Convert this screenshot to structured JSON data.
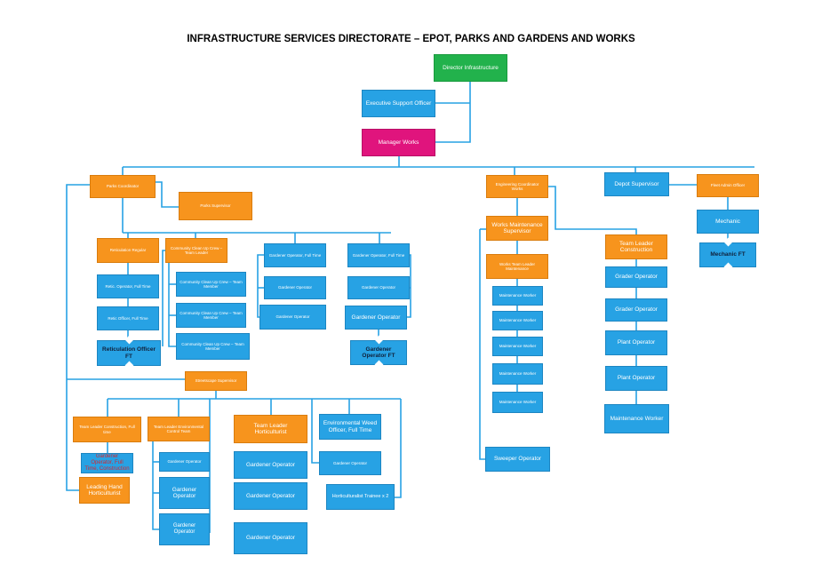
{
  "title": "INFRASTRUCTURE SERVICES DIRECTORATE – EPOT, PARKS AND GARDENS AND WORKS",
  "colors": {
    "blue": "#27a2e4",
    "orange": "#f7941d",
    "green": "#22b24c",
    "magenta": "#e0147d",
    "line": "#27a2e4"
  },
  "nodes": {
    "director": "Director Infrastructure",
    "exec_support": "Executive Support Officer",
    "manager_works": "Manager Works",
    "parks_coordinator": "Parks Coordinator",
    "parks_supervisor": "Parks Supervisor",
    "reticulation_regular": "Reticulation Regular",
    "retic_operator_ft": "Retic. Operator, Full Time",
    "retic_officer_ft": "Retic Officer, Full Time",
    "reticulation_officer_ft": "Reticulation Officer FT",
    "cleanup_leader": "Community Clean Up Crew – Team Leader",
    "cleanup_member_1": "Community Clean Up Crew – Team Member",
    "cleanup_member_2": "Community Clean Up Crew – Team Member",
    "cleanup_member_3": "Community Clean Up Crew – Team Member",
    "gardener_op_ft_1": "Gardener Operator, Full Time",
    "gardener_op_ft_2": "Gardener Operator, Full Time",
    "gardener_op_a": "Gardener Operator",
    "gardener_op_b": "Gardener Operator",
    "gardener_op_c": "Gardener Operator",
    "gardener_op_d": "Gardener Operator",
    "gardener_op_ft_red": "Gardener Operator FT",
    "streetscape_supervisor": "Streetscape Supervisor",
    "tl_construction_ft": "Team Leader Construction, Full time",
    "gardener_op_construction": "Gardener Operator, Full Time, Construction",
    "leading_hand": "Leading Hand Horticulturist",
    "tl_env_control": "Team Leader Environmental Control Team",
    "env_gardener_1": "Gardener Operator",
    "env_gardener_2": "Gardener Operator",
    "env_gardener_3": "Gardener Operator",
    "tl_horticulturist": "Team Leader Horticulturist",
    "hort_gardener_1": "Gardener Operator",
    "hort_gardener_2": "Gardener Operator",
    "hort_gardener_3": "Gardener Operator",
    "env_weed_officer": "Environmental Weed Officer, Full Time",
    "weed_gardener": "Gardener Operator",
    "hort_trainee": "Horticulturalist Trainee x 2",
    "eng_coordinator": "Engineering Coordinator Works",
    "works_maint_supervisor": "Works Maintenance Supervisor",
    "works_team_leader": "Works Team Leader Maintenance",
    "maint_worker_1": "Maintenance Worker",
    "maint_worker_2": "Maintenance Worker",
    "maint_worker_3": "Maintenance Worker",
    "maint_worker_4": "Maintenance Worker",
    "maint_worker_5": "Maintenance Worker",
    "sweeper_operator": "Sweeper Operator",
    "tl_construction": "Team Leader Construction",
    "grader_op_1": "Grader Operator",
    "grader_op_2": "Grader Operator",
    "plant_op_1": "Plant Operator",
    "plant_op_2": "Plant Operator",
    "maint_worker_const": "Maintenance Worker",
    "depot_supervisor": "Depot Supervisor",
    "fleet_admin": "Fleet Admin Officer",
    "mechanic": "Mechanic",
    "mechanic_ft": "Mechanic FT"
  }
}
